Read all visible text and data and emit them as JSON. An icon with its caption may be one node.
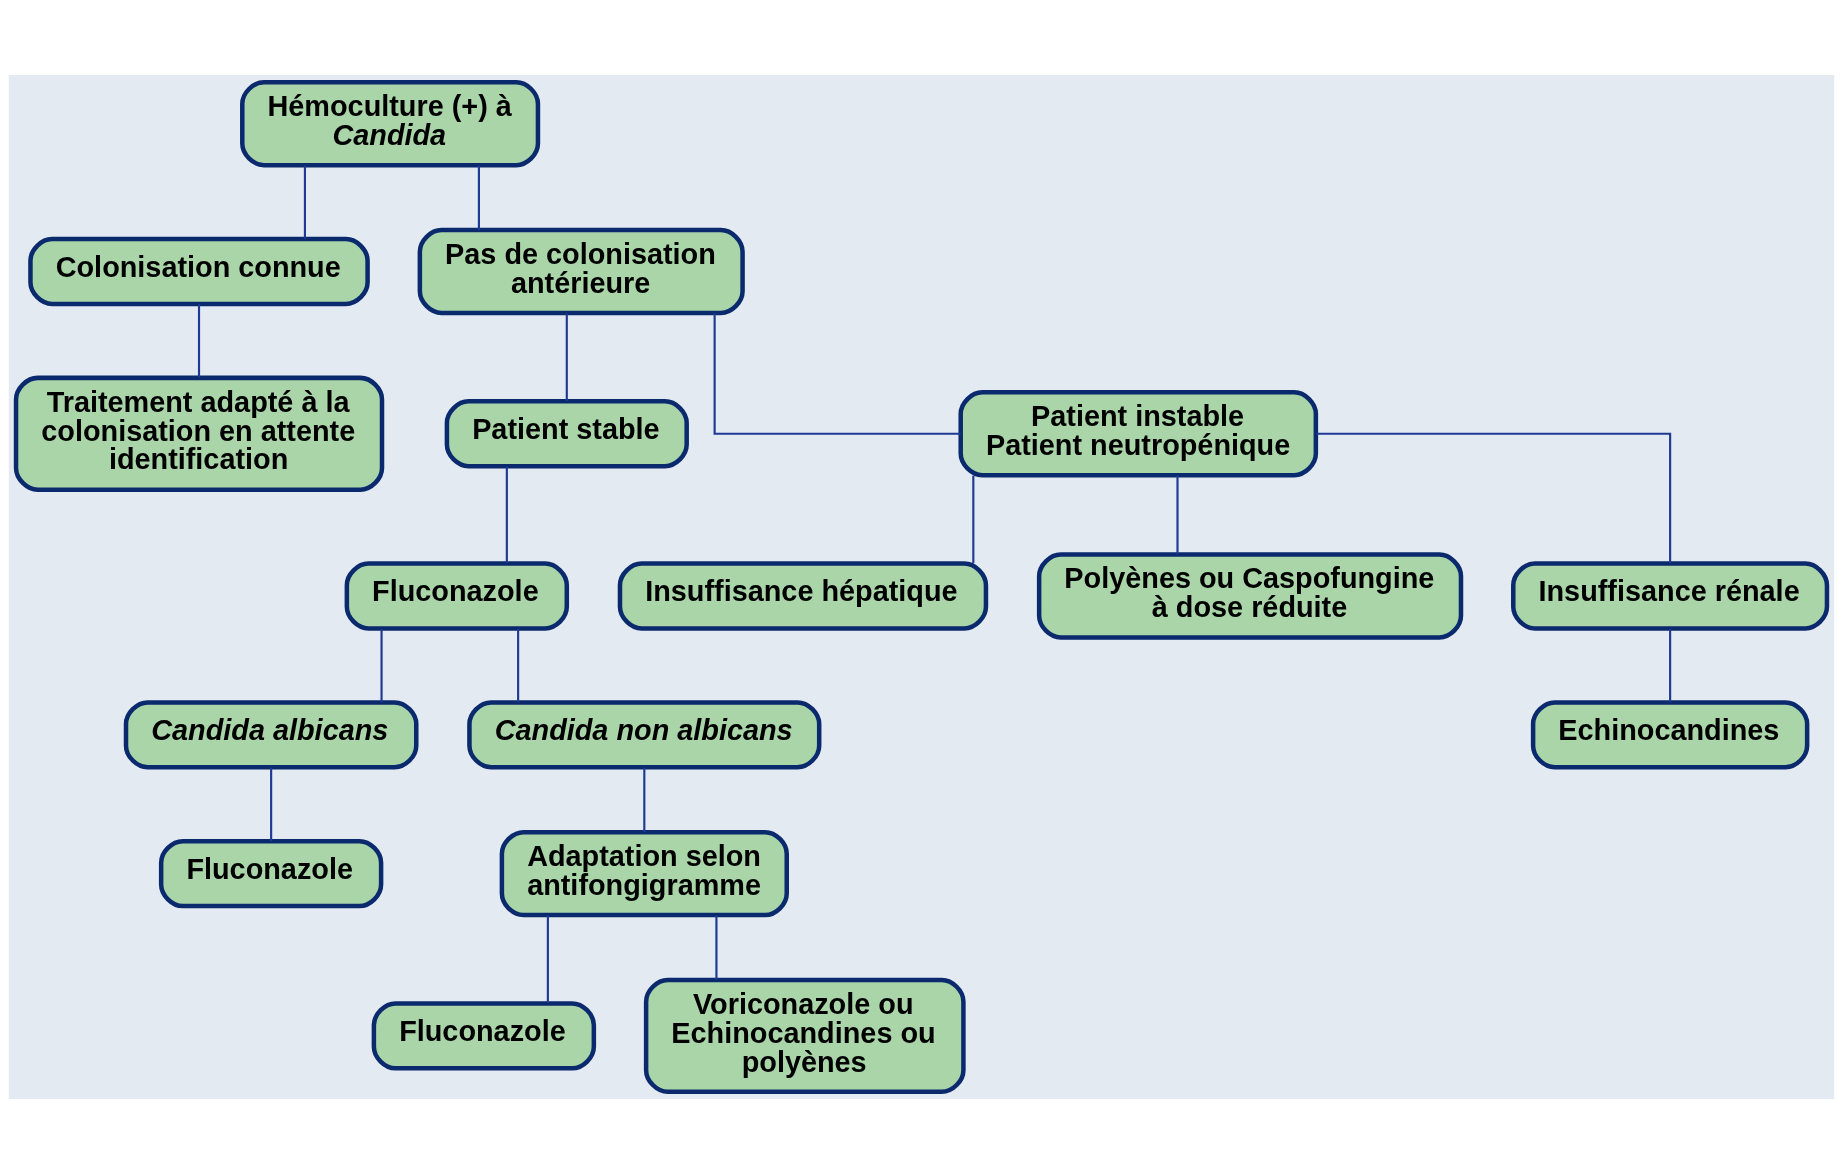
{
  "diagram": {
    "nodes": [
      {
        "text": [
          "Hémoculture (+) à *Candida*"
        ]
      },
      {
        "text": [
          "Colonisation connue"
        ]
      },
      {
        "text": [
          "Pas de colonisation antérieure"
        ]
      },
      {
        "text": [
          "Traitement adapté à la colonisation en attente identification"
        ]
      },
      {
        "text": [
          "Patient stable"
        ]
      },
      {
        "text": [
          "Patient instable",
          "Patient neutropénique"
        ]
      },
      {
        "text": [
          "Fluconazole"
        ]
      },
      {
        "text": [
          "Candida albicans"
        ]
      },
      {
        "text": [
          "Insuffisance hépatique"
        ]
      },
      {
        "text": [
          "Fluconazole"
        ]
      },
      {
        "text": [
          "Candida non albicans"
        ]
      },
      {
        "text": [
          "Polyènes ou Caspofungine à dose réduite"
        ]
      },
      {
        "text": [
          "Adaptation selon antifongigramme"
        ]
      },
      {
        "text": [
          "Insuffisance rénale"
        ]
      },
      {
        "text": [
          "Fluconazole"
        ]
      },
      {
        "text": [
          "Voriconazole ou Echinocandines ou polyènes"
        ]
      },
      {
        "text": [
          "Echinocandines"
        ]
      }
    ],
    "edges": [
      {
        "from": 0,
        "to": 1,
        "arrow": "none"
      },
      {
        "from": 0,
        "to": 2,
        "arrow": "none"
      },
      {
        "from": 1,
        "to": 3,
        "arrow": "none"
      },
      {
        "from": 2,
        "to": 4,
        "arrow": "none"
      },
      {
        "from": 2,
        "to": 5,
        "arrow": "none"
      },
      {
        "from": 4,
        "to": 6,
        "arrow": "none"
      },
      {
        "from": 6,
        "to": 7,
        "arrow": "none"
      },
      {
        "from": 6,
        "to": 10,
        "arrow": "none"
      },
      {
        "from": 7,
        "to": 9,
        "arrow": "none"
      },
      {
        "from": 10,
        "to": 12,
        "arrow": "none"
      },
      {
        "from": 12,
        "to": 14,
        "arrow": "none"
      },
      {
        "from": 12,
        "to": 15,
        "arrow": "none"
      },
      {
        "from": 5,
        "to": 8,
        "arrow": "none"
      },
      {
        "from": 5,
        "to": 11,
        "arrow": "none"
      },
      {
        "from": 5,
        "to": 13,
        "arrow": "none"
      },
      {
        "from": 13,
        "to": 16,
        "arrow": "none"
      }
    ]
  }
}
